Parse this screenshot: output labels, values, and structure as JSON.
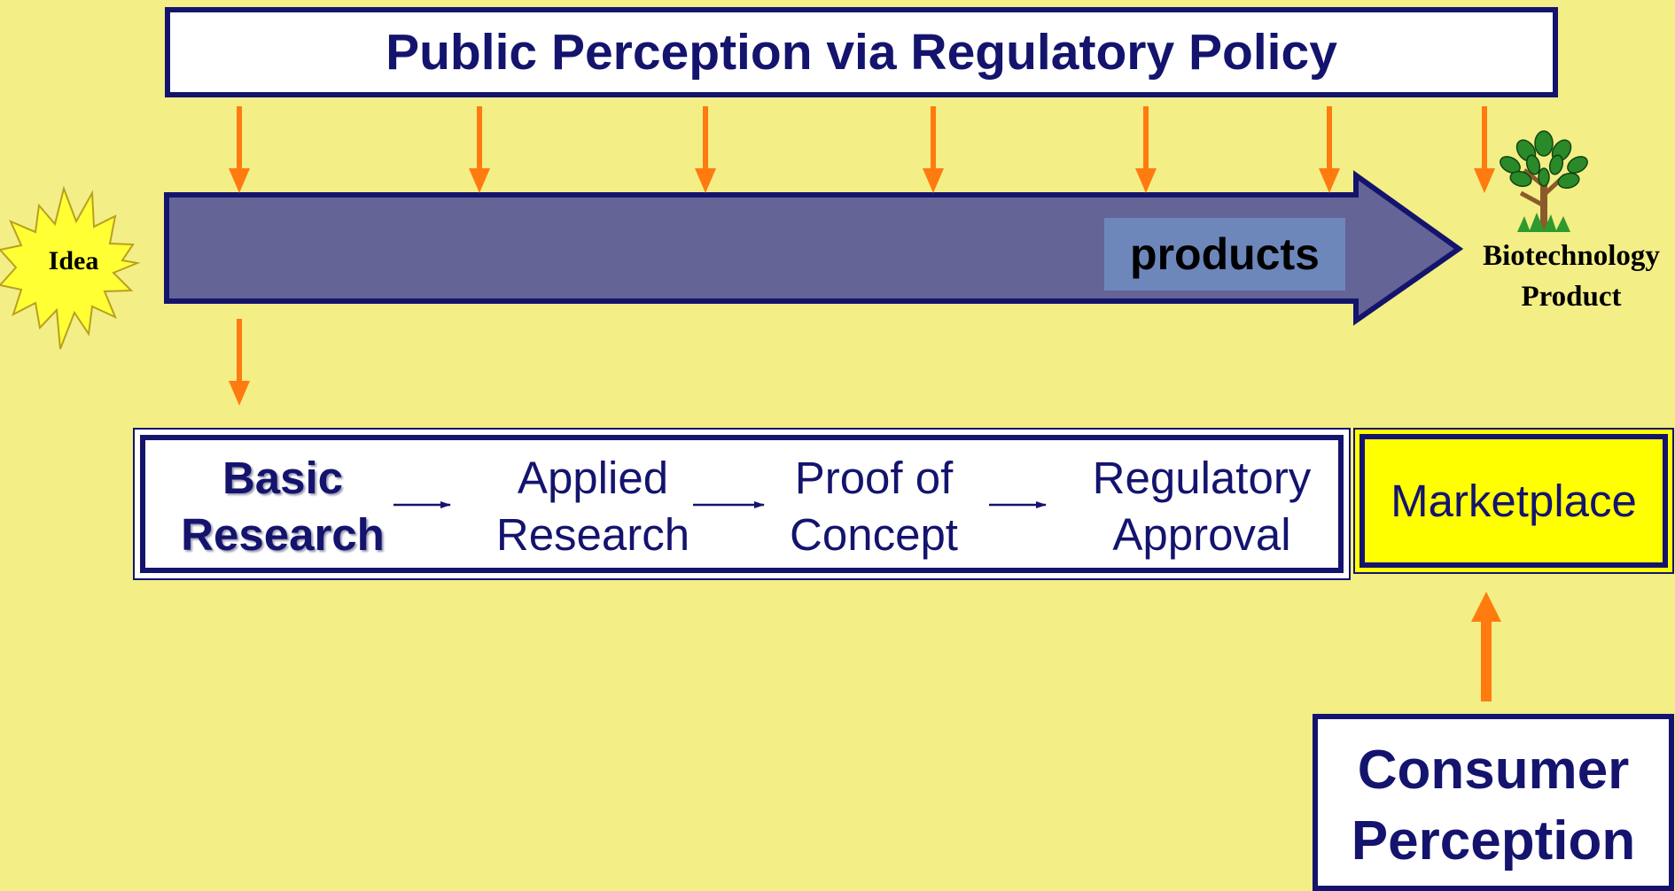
{
  "title": "Public Perception via Regulatory Policy",
  "idea": "Idea",
  "products": "products",
  "biotech": {
    "line1": "Biotechnology",
    "line2": "Product"
  },
  "pipeline": [
    {
      "line1": "Basic",
      "line2": "Research"
    },
    {
      "line1": "Applied",
      "line2": "Research"
    },
    {
      "line1": "Proof of",
      "line2": "Concept"
    },
    {
      "line1": "Regulatory",
      "line2": "Approval"
    }
  ],
  "marketplace": "Marketplace",
  "consumer": {
    "line1": "Consumer",
    "line2": "Perception"
  },
  "colors": {
    "background": "#f3ee86",
    "navy": "#14146e",
    "flow_arrow": "#646496",
    "orange_arrow": "#ff7b0f",
    "idea_star": "#ffff33",
    "marketplace": "#ffff00"
  }
}
